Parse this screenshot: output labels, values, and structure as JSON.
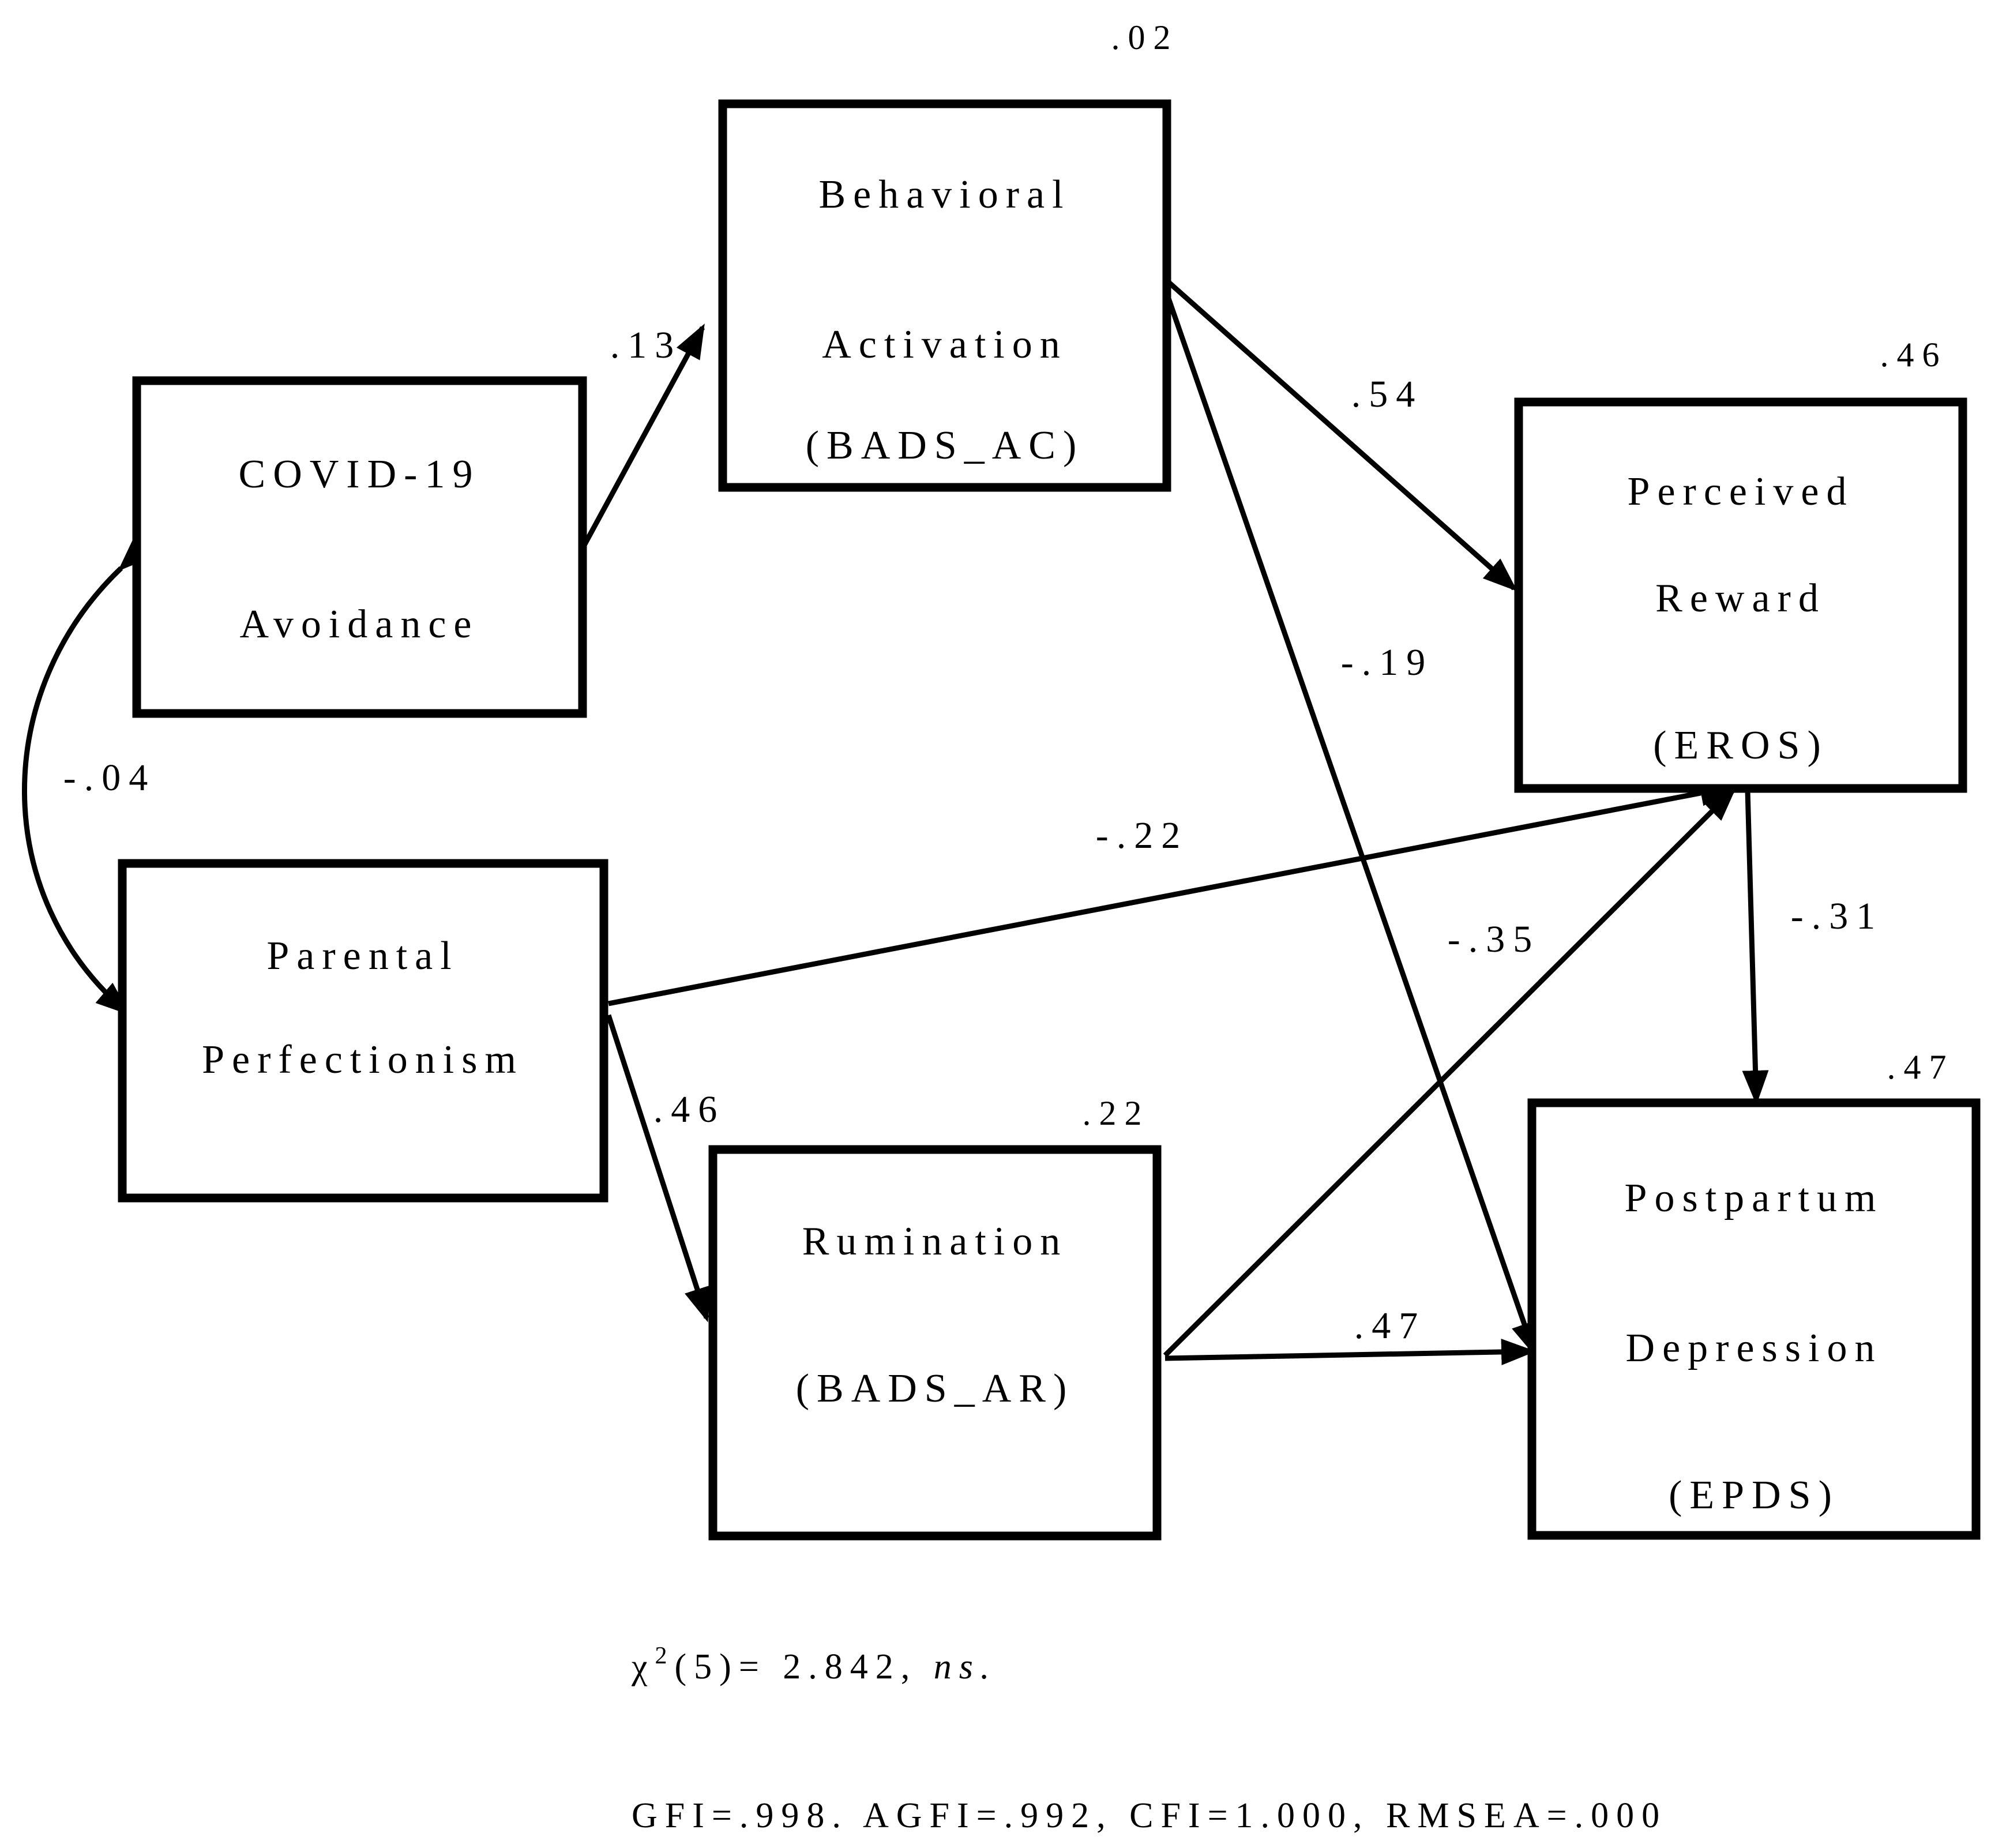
{
  "nodes": [
    {
      "id": "covid",
      "lines": [
        "COVID-19",
        "Avoidance"
      ],
      "r2": ""
    },
    {
      "id": "perfectionism",
      "lines": [
        "Parental",
        "Perfectionism"
      ],
      "r2": ""
    },
    {
      "id": "ba",
      "lines": [
        "Behavioral",
        "Activation",
        "(BADS_AC)"
      ],
      "r2": ".02"
    },
    {
      "id": "rumination",
      "lines": [
        "Rumination",
        "(BADS_AR)"
      ],
      "r2": ".22"
    },
    {
      "id": "reward",
      "lines": [
        "Perceived",
        "Reward",
        "(EROS)"
      ],
      "r2": ".46"
    },
    {
      "id": "depression",
      "lines": [
        "Postpartum",
        "Depression",
        "(EPDS)"
      ],
      "r2": ".47"
    }
  ],
  "edges": [
    {
      "from": "covid",
      "to": "ba",
      "label": ".13"
    },
    {
      "from": "ba",
      "to": "reward",
      "label": ".54"
    },
    {
      "from": "ba",
      "to": "depression",
      "label": "-.19"
    },
    {
      "from": "perfectionism",
      "to": "reward",
      "label": "-.22"
    },
    {
      "from": "perfectionism",
      "to": "rumination",
      "label": ".46"
    },
    {
      "from": "rumination",
      "to": "reward",
      "label": "-.35"
    },
    {
      "from": "rumination",
      "to": "depression",
      "label": ".47"
    },
    {
      "from": "reward",
      "to": "depression",
      "label": "-.31"
    }
  ],
  "covariance": {
    "between": [
      "covid",
      "perfectionism"
    ],
    "label": "-.04"
  },
  "fit": {
    "chi_symbol": "χ",
    "chi_sup": "2",
    "chi_rest": "(5)= 2.842, ",
    "chi_ns": "ns.",
    "indices": "GFI=.998. AGFI=.992, CFI=1.000, RMSEA=.000"
  }
}
